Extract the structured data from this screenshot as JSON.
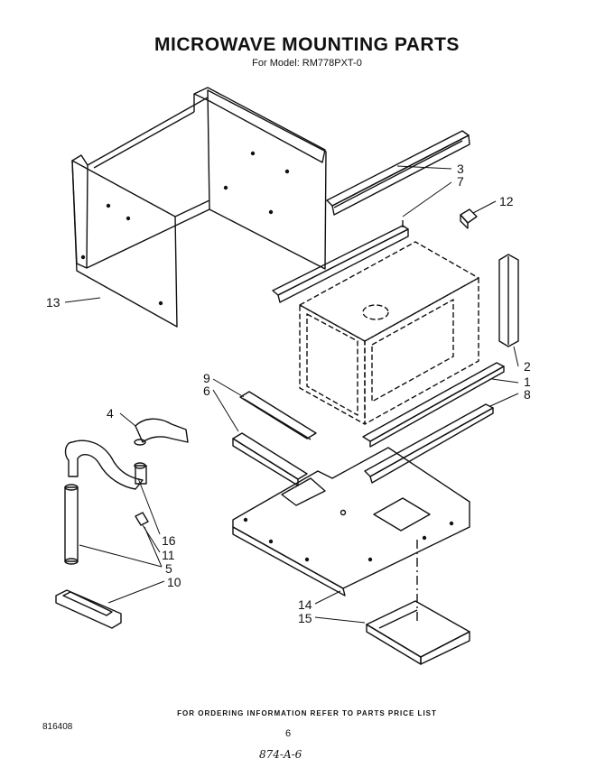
{
  "title": "MICROWAVE MOUNTING PARTS",
  "subtitle": "For Model: RM778PXT-0",
  "footer": "FOR ORDERING INFORMATION REFER TO PARTS PRICE LIST",
  "doc_number": "816408",
  "page_number": "6",
  "handwritten_note": "874-A-6",
  "callouts": {
    "c1": "1",
    "c2": "2",
    "c3": "3",
    "c4": "4",
    "c5": "5",
    "c6": "6",
    "c7": "7",
    "c8": "8",
    "c9": "9",
    "c10": "10",
    "c11": "11",
    "c12": "12",
    "c13": "13",
    "c14": "14",
    "c15": "15",
    "c16": "16"
  }
}
